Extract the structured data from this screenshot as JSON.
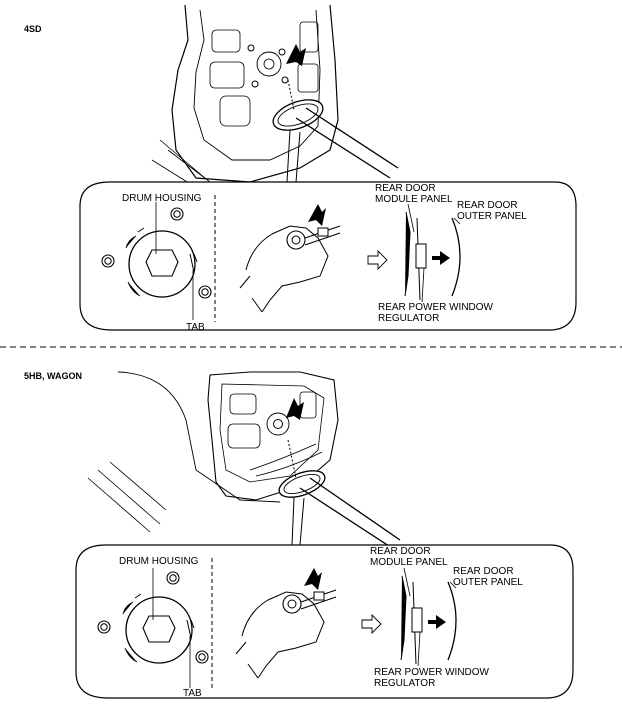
{
  "sections": [
    {
      "title": "4SD",
      "labels": {
        "drum_housing": "DRUM HOUSING",
        "tab": "TAB",
        "module_panel": [
          "REAR DOOR",
          "MODULE PANEL"
        ],
        "outer_panel": [
          "REAR DOOR",
          "OUTER PANEL"
        ],
        "regulator": [
          "REAR POWER WINDOW",
          "REGULATOR"
        ]
      }
    },
    {
      "title": "5HB, WAGON",
      "labels": {
        "drum_housing": "DRUM HOUSING",
        "tab": "TAB",
        "module_panel": [
          "REAR DOOR",
          "MODULE PANEL"
        ],
        "outer_panel": [
          "REAR DOOR",
          "OUTER PANEL"
        ],
        "regulator": [
          "REAR POWER WINDOW",
          "REGULATOR"
        ]
      }
    }
  ]
}
